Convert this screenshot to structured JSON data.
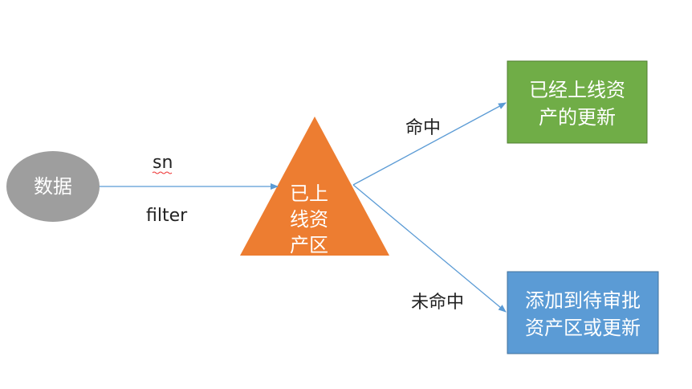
{
  "nodes": {
    "data": "数据",
    "online_zone_line1": "已上",
    "online_zone_line2": "线资",
    "online_zone_line3": "产区",
    "hit_result_line1": "已经上线资",
    "hit_result_line2": "产的更新",
    "miss_result_line1": "添加到待审批",
    "miss_result_line2": "资产区或更新"
  },
  "edges": {
    "sn": "sn",
    "filter": "filter",
    "hit": "命中",
    "miss": "未命中"
  },
  "colors": {
    "ellipse": "#9e9e9e",
    "triangle": "#ed7d31",
    "green_box": "#70ad47",
    "blue_box": "#5b9bd5",
    "arrow": "#5b9bd5"
  }
}
